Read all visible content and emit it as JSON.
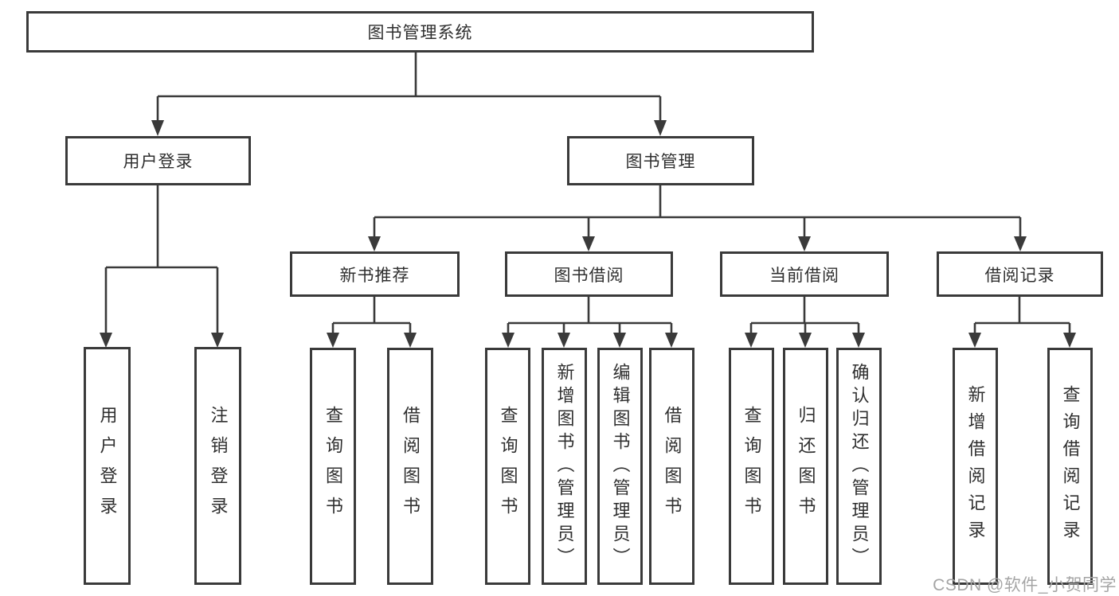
{
  "diagram": {
    "title": "图书管理系统",
    "level2": {
      "user_login": {
        "label": "用户登录",
        "children": [
          "用户登录",
          "注销登录"
        ]
      },
      "book_management": {
        "label": "图书管理"
      }
    },
    "level3": {
      "new_book_recommend": {
        "label": "新书推荐",
        "children": [
          "查询图书",
          "借阅图书"
        ]
      },
      "book_borrowing": {
        "label": "图书借阅",
        "children": [
          "查询图书",
          "新增图书（管理员）",
          "编辑图书（管理员）",
          "借阅图书"
        ]
      },
      "current_borrowing": {
        "label": "当前借阅",
        "children": [
          "查询图书",
          "归还图书",
          "确认归还（管理员）"
        ]
      },
      "borrowing_records": {
        "label": "借阅记录",
        "children": [
          "新增借阅记录",
          "查询借阅记录"
        ]
      }
    },
    "colors": {
      "line": "#3a3a3a",
      "text": "#2f2f2f",
      "watermark": "#a5a5a5",
      "background": "#ffffff"
    }
  },
  "watermark": {
    "text": "CSDN @软件_小贺同学"
  }
}
